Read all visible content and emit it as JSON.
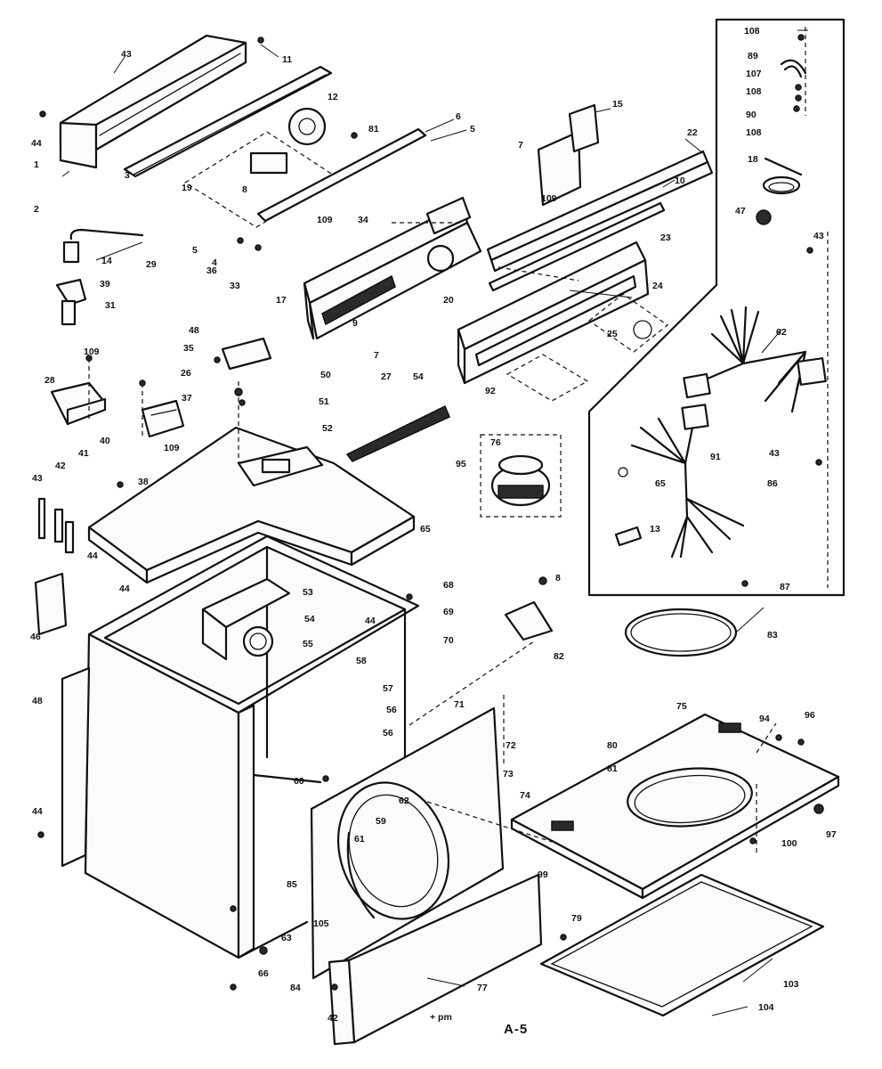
{
  "diagram": {
    "page_code": "A-5",
    "panel_mark": "+ pm",
    "callouts": {
      "c43a": "43",
      "c11": "11",
      "c12": "12",
      "c44a": "44",
      "c1": "1",
      "c2": "2",
      "c3": "3",
      "c19": "19",
      "c8a": "8",
      "c81": "81",
      "c6a": "6",
      "c5a": "5",
      "c15": "15",
      "c7a": "7",
      "c22": "22",
      "c10": "10",
      "c109a": "109",
      "c109b": "109",
      "c34": "34",
      "c14": "14",
      "c29": "29",
      "c5b": "5",
      "c4": "4",
      "c33": "33",
      "c36a": "36",
      "c17": "17",
      "c9": "9",
      "c23": "23",
      "c24": "24",
      "c25": "25",
      "c39": "39",
      "c31": "31",
      "c109c": "109",
      "c48a": "48",
      "c35": "35",
      "c20": "20",
      "c26": "26",
      "c28": "28",
      "c37": "37",
      "c7b": "7",
      "c27": "27",
      "c54a": "54",
      "c92": "92",
      "c50": "50",
      "c51": "51",
      "c52": "52",
      "c95": "95",
      "c76": "76",
      "c109d": "109",
      "c40": "40",
      "c41": "41",
      "c42a": "42",
      "c43b": "43",
      "c38": "38",
      "c65": "65",
      "c44b": "44",
      "c46": "46",
      "c44c": "44",
      "c53": "53",
      "c54b": "54",
      "c55": "55",
      "c68": "68",
      "c69": "69",
      "c70": "70",
      "c44d": "44",
      "c58": "58",
      "c8b": "8",
      "c82": "82",
      "c83": "83",
      "c48b": "48",
      "c57": "57",
      "c56a": "56",
      "c56b": "56",
      "c71": "71",
      "c72": "72",
      "c80": "80",
      "c73": "73",
      "c81b": "81",
      "c74": "74",
      "c75": "75",
      "c94": "94",
      "c96": "96",
      "c60": "60",
      "c62": "62",
      "c59": "59",
      "c61": "61",
      "c44e": "44",
      "c97": "97",
      "c100": "100",
      "c99": "99",
      "c85": "85",
      "c63": "63",
      "c105": "105",
      "c79": "79",
      "c66": "66",
      "c84": "84",
      "c42b": "42",
      "c77": "77",
      "c103": "103",
      "c104": "104",
      "c108a": "108",
      "c89": "89",
      "c107": "107",
      "c108b": "108",
      "c90": "90",
      "c108c": "108",
      "c18": "18",
      "c47": "47",
      "c43c": "43",
      "c62b": "62",
      "c91": "91",
      "c43d": "43",
      "c86": "86",
      "c65b": "65",
      "c13": "13",
      "c87": "87"
    }
  }
}
